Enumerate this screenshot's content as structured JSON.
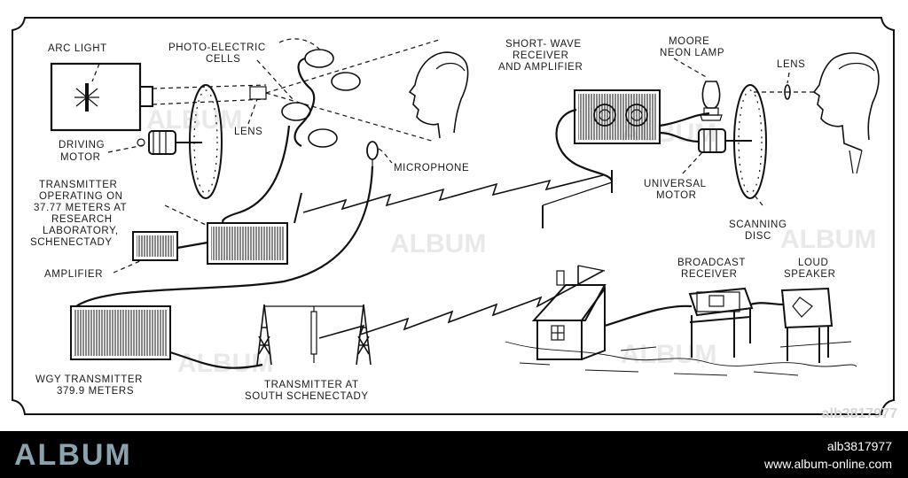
{
  "diagram": {
    "labels": {
      "arc_light": "ARC LIGHT",
      "photo_cells_1": "PHOTO-ELECTRIC",
      "photo_cells_2": "CELLS",
      "lens_left": "LENS",
      "driving_motor_1": "DRIVING",
      "driving_motor_2": "MOTOR",
      "microphone": "MICROPHONE",
      "transmitter_1": "TRANSMITTER",
      "transmitter_2": "OPERATING ON",
      "transmitter_3": "37.77 METERS AT",
      "transmitter_4": "RESEARCH",
      "transmitter_5": "LABORATORY,",
      "transmitter_6": "SCHENECTADY",
      "amplifier": "AMPLIFIER",
      "wgy_1": "WGY TRANSMITTER",
      "wgy_2": "379.9 METERS",
      "south_1": "TRANSMITTER AT",
      "south_2": "SOUTH SCHENECTADY",
      "shortwave_1": "SHORT- WAVE",
      "shortwave_2": "RECEIVER",
      "shortwave_3": "AND AMPLIFIER",
      "moore_1": "MOORE",
      "moore_2": "NEON LAMP",
      "lens_right": "LENS",
      "universal_1": "UNIVERSAL",
      "universal_2": "MOTOR",
      "scanning_1": "SCANNING",
      "scanning_2": "DISC",
      "broadcast_1": "BROADCAST",
      "broadcast_2": "RECEIVER",
      "loud_1": "LOUD",
      "loud_2": "SPEAKER"
    }
  },
  "watermark": {
    "text": "ALBUM",
    "image_id": "alb3817977"
  },
  "footer": {
    "brand": "ALBUM",
    "image_id": "alb3817977",
    "website": "www.album-online.com"
  }
}
